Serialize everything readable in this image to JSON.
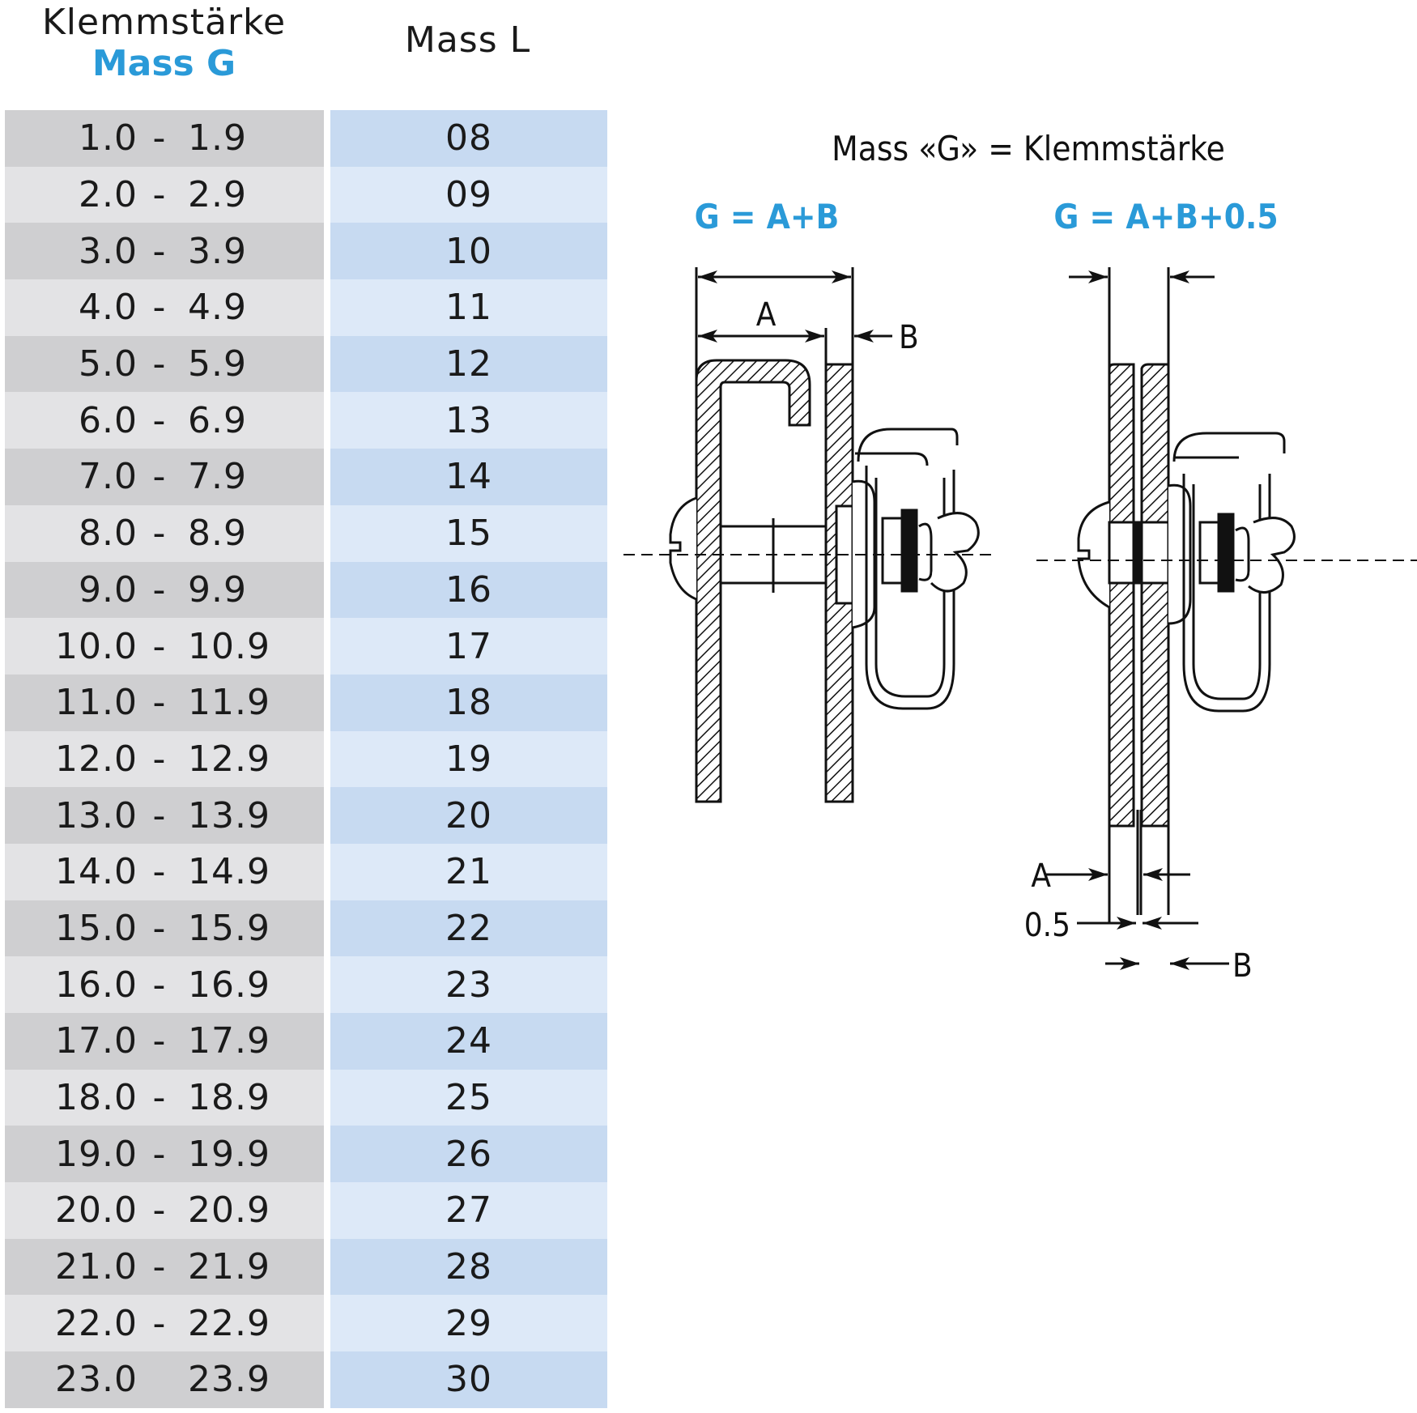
{
  "headers": {
    "g_line1": "Klemmstärke",
    "g_line2": "Mass G",
    "l": "Mass L"
  },
  "rows": [
    {
      "g_from": "1.0",
      "sep": "-",
      "g_to": "1.9",
      "l": "08"
    },
    {
      "g_from": "2.0",
      "sep": "-",
      "g_to": "2.9",
      "l": "09"
    },
    {
      "g_from": "3.0",
      "sep": "-",
      "g_to": "3.9",
      "l": "10"
    },
    {
      "g_from": "4.0",
      "sep": "-",
      "g_to": "4.9",
      "l": "11"
    },
    {
      "g_from": "5.0",
      "sep": "-",
      "g_to": "5.9",
      "l": "12"
    },
    {
      "g_from": "6.0",
      "sep": "-",
      "g_to": "6.9",
      "l": "13"
    },
    {
      "g_from": "7.0",
      "sep": "-",
      "g_to": "7.9",
      "l": "14"
    },
    {
      "g_from": "8.0",
      "sep": "-",
      "g_to": "8.9",
      "l": "15"
    },
    {
      "g_from": "9.0",
      "sep": "-",
      "g_to": "9.9",
      "l": "16"
    },
    {
      "g_from": "10.0",
      "sep": "-",
      "g_to": "10.9",
      "l": "17"
    },
    {
      "g_from": "11.0",
      "sep": "-",
      "g_to": "11.9",
      "l": "18"
    },
    {
      "g_from": "12.0",
      "sep": "-",
      "g_to": "12.9",
      "l": "19"
    },
    {
      "g_from": "13.0",
      "sep": "-",
      "g_to": "13.9",
      "l": "20"
    },
    {
      "g_from": "14.0",
      "sep": "-",
      "g_to": "14.9",
      "l": "21"
    },
    {
      "g_from": "15.0",
      "sep": "-",
      "g_to": "15.9",
      "l": "22"
    },
    {
      "g_from": "16.0",
      "sep": "-",
      "g_to": "16.9",
      "l": "23"
    },
    {
      "g_from": "17.0",
      "sep": "-",
      "g_to": "17.9",
      "l": "24"
    },
    {
      "g_from": "18.0",
      "sep": "-",
      "g_to": "18.9",
      "l": "25"
    },
    {
      "g_from": "19.0",
      "sep": "-",
      "g_to": "19.9",
      "l": "26"
    },
    {
      "g_from": "20.0",
      "sep": "-",
      "g_to": "20.9",
      "l": "27"
    },
    {
      "g_from": "21.0",
      "sep": "-",
      "g_to": "21.9",
      "l": "28"
    },
    {
      "g_from": "22.0",
      "sep": "-",
      "g_to": "22.9",
      "l": "29"
    },
    {
      "g_from": "23.0",
      "sep": "",
      "g_to": "23.9",
      "l": "30"
    }
  ],
  "diagram": {
    "title": "Mass «G» = Klemmstärke",
    "formula_left": "G = A+B",
    "formula_right": "G = A+B+0.5",
    "label_a": "A",
    "label_b": "B",
    "label_gap": "0.5"
  },
  "colors": {
    "accent": "#2a9ad8",
    "g_col_dark": "#cfcfd1",
    "g_col_light": "#e3e3e5",
    "l_col_dark": "#c7daf1",
    "l_col_light": "#dde9f8"
  }
}
